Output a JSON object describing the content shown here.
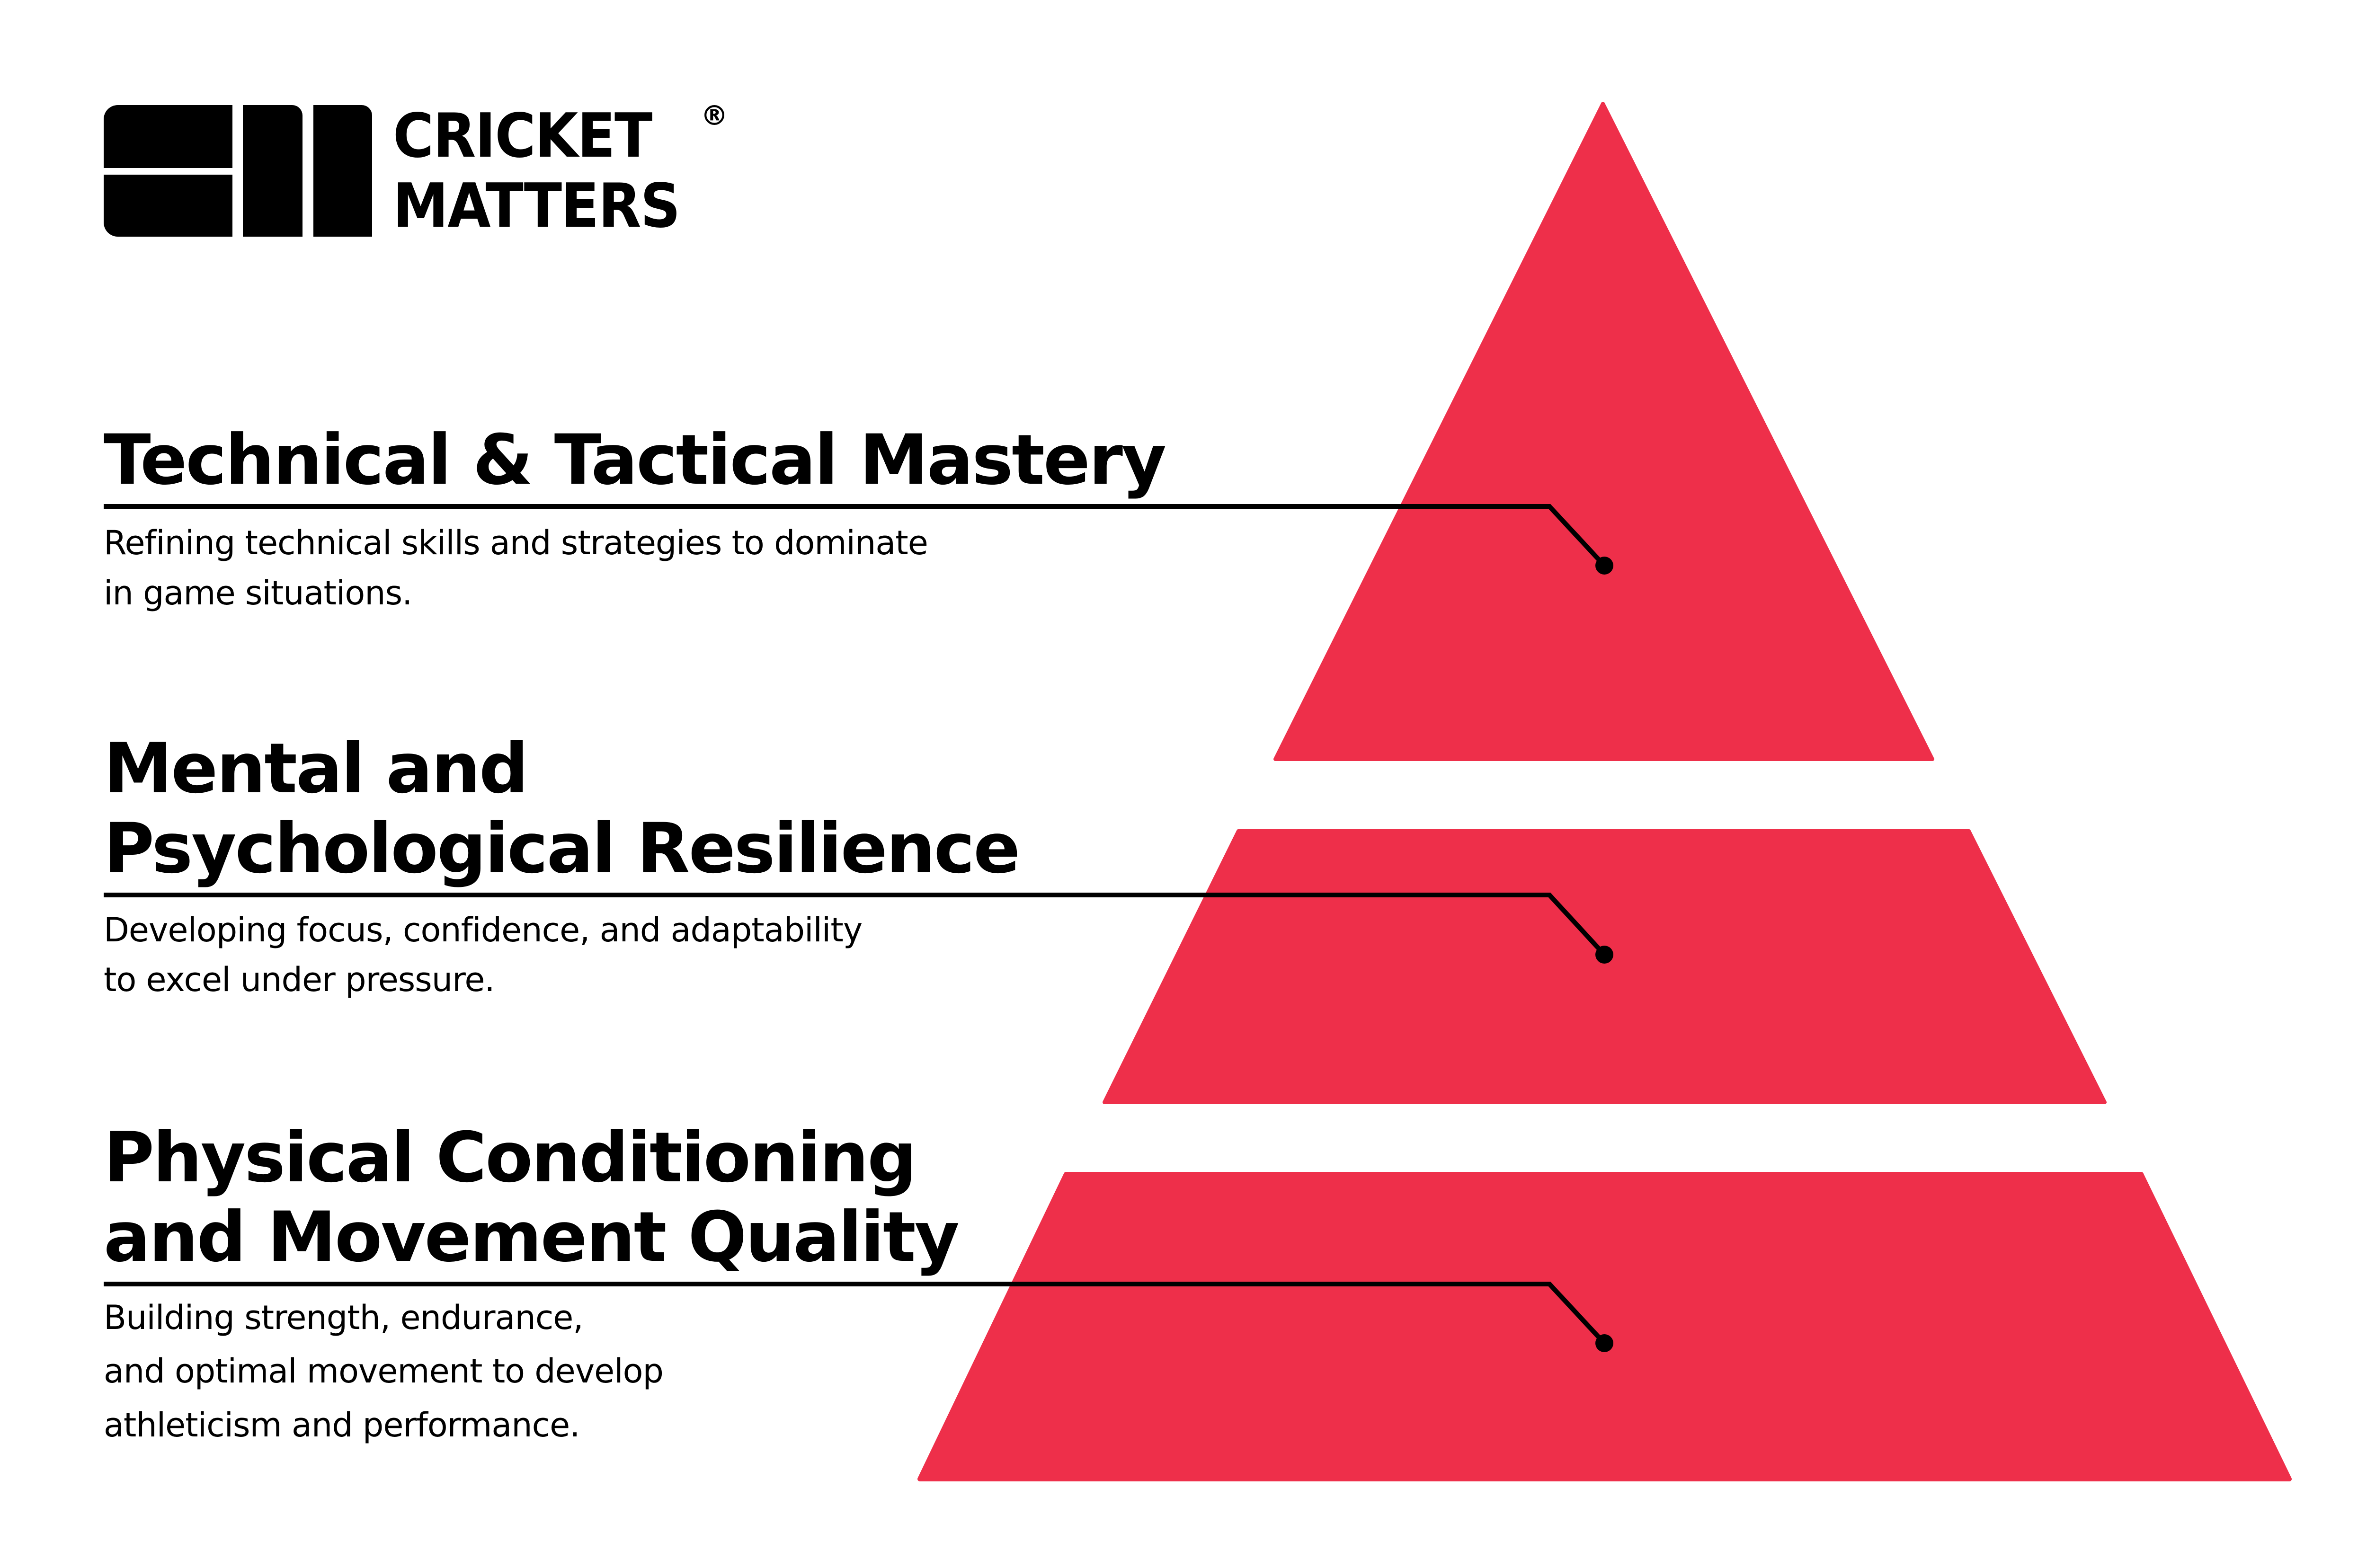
{
  "brand": {
    "name_line1": "CRICKET",
    "name_line2": "MATTERS",
    "registered_mark": "®"
  },
  "colors": {
    "accent": "#EE2F4A",
    "text": "#000000",
    "background": "#FFFFFF"
  },
  "pyramid": {
    "levels": [
      {
        "position": "top",
        "title_lines": [
          "Technical & Tactical Mastery"
        ],
        "description_lines": [
          "Refining technical skills and strategies to dominate",
          "in game situations."
        ]
      },
      {
        "position": "middle",
        "title_lines": [
          "Mental and",
          "Psychological Resilience"
        ],
        "description_lines": [
          "Developing focus, confidence, and adaptability",
          "to excel under pressure."
        ]
      },
      {
        "position": "bottom",
        "title_lines": [
          "Physical Conditioning",
          "and Movement Quality"
        ],
        "description_lines": [
          "Building strength, endurance,",
          "and optimal movement to develop",
          "athleticism and performance."
        ]
      }
    ]
  }
}
